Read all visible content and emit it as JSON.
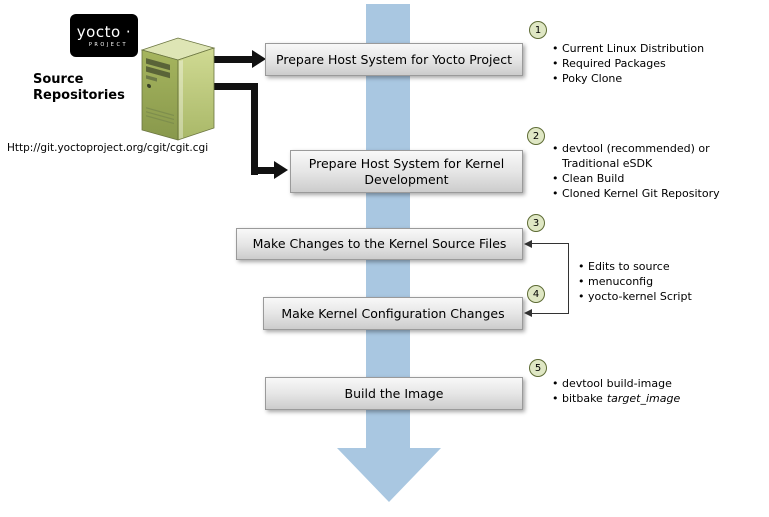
{
  "logo": {
    "brand": "yocto ·",
    "project": "PROJECT"
  },
  "source_repositories": {
    "label": "Source Repositories",
    "url": "Http://git.yoctoproject.org/cgit/cgit.cgi"
  },
  "steps": [
    {
      "num": "1",
      "title": "Prepare Host System for Yocto Project",
      "bullets": [
        "Current Linux Distribution",
        "Required Packages",
        "Poky Clone"
      ]
    },
    {
      "num": "2",
      "title": "Prepare Host System for Kernel Development",
      "bullets": [
        "devtool (recommended) or Traditional eSDK",
        "Clean Build",
        "Cloned Kernel Git Repository"
      ]
    },
    {
      "num": "3",
      "title": "Make Changes to the Kernel Source Files"
    },
    {
      "num": "4",
      "title": "Make Kernel Configuration Changes"
    },
    {
      "num": "5",
      "title": "Build the Image",
      "bullets": [
        "devtool build-image"
      ],
      "bullet_bitbake": {
        "normal": "bitbake",
        "italic": "target_image"
      }
    }
  ],
  "shared_bullets_steps_3_4": [
    "Edits to source",
    "menuconfig",
    "yocto-kernel Script"
  ],
  "colors": {
    "flow_arrow_blue": "#a9c7e1",
    "step_badge_fill": "#dfe7c4",
    "step_badge_border": "#5d6b34",
    "box_gradient_top": "#f8f8f8",
    "box_gradient_bottom": "#cccccc"
  }
}
